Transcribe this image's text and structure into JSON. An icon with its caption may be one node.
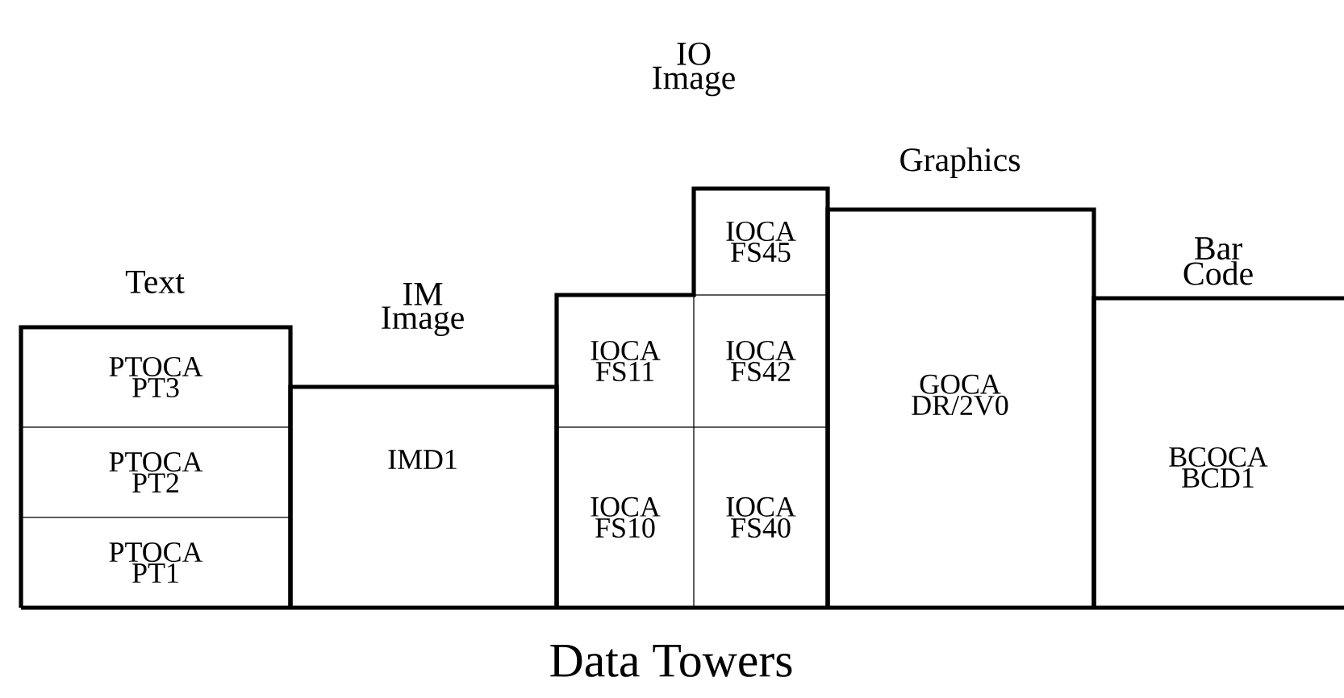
{
  "diagram": {
    "caption": "Data Towers",
    "nodes": [
      {
        "text": [
          "Text"
        ]
      },
      {
        "text": [
          "PTOCA PT3"
        ],
        "in": 0
      },
      {
        "text": [
          "PTOCA PT2"
        ],
        "in": 0
      },
      {
        "text": [
          "PTOCA PT1"
        ],
        "in": 0
      },
      {
        "text": [
          "IM Image",
          "IMD1"
        ]
      },
      {
        "text": [
          "IO Image"
        ]
      },
      {
        "text": [
          "IOCA FS45"
        ],
        "in": 5
      },
      {
        "text": [
          "IOCA FS11"
        ],
        "in": 5
      },
      {
        "text": [
          "IOCA FS42"
        ],
        "in": 5
      },
      {
        "text": [
          "IOCA FS10"
        ],
        "in": 5
      },
      {
        "text": [
          "IOCA FS40"
        ],
        "in": 5
      },
      {
        "text": [
          "Graphics",
          "GOCA DR/2V0"
        ]
      },
      {
        "text": [
          "Bar Code",
          "BCOCA BCD1"
        ]
      }
    ],
    "edges": []
  }
}
